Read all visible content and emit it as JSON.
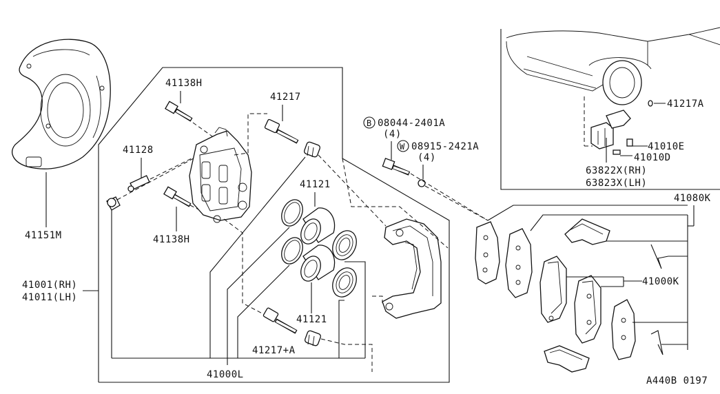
{
  "diagram": {
    "labels": {
      "shield": "41151M",
      "caliper_assy_rh": "41001(RH)",
      "caliper_assy_lh": "41011(LH)",
      "bolt_top": "41138H",
      "bolt_bottom": "41138H",
      "bleeder": "41128",
      "pin_top": "41217",
      "pin_bottom": "41217+A",
      "piston_top": "41121",
      "piston_bottom": "41121",
      "seal_kit": "41000L",
      "bolt_b_part": "08044-2401A",
      "bolt_b_qty": "(4)",
      "bolt_b_marker": "B",
      "washer_w_part": "08915-2421A",
      "washer_w_qty": "(4)",
      "washer_w_marker": "W",
      "sensor_cap": "41217A",
      "sensor_e": "41010E",
      "sensor_d": "41010D",
      "sensor_rh": "63822X(RH)",
      "sensor_lh": "63823X(LH)",
      "pad_kit": "41080K",
      "pads": "41000K",
      "footer_code": "A440B 0197"
    }
  }
}
